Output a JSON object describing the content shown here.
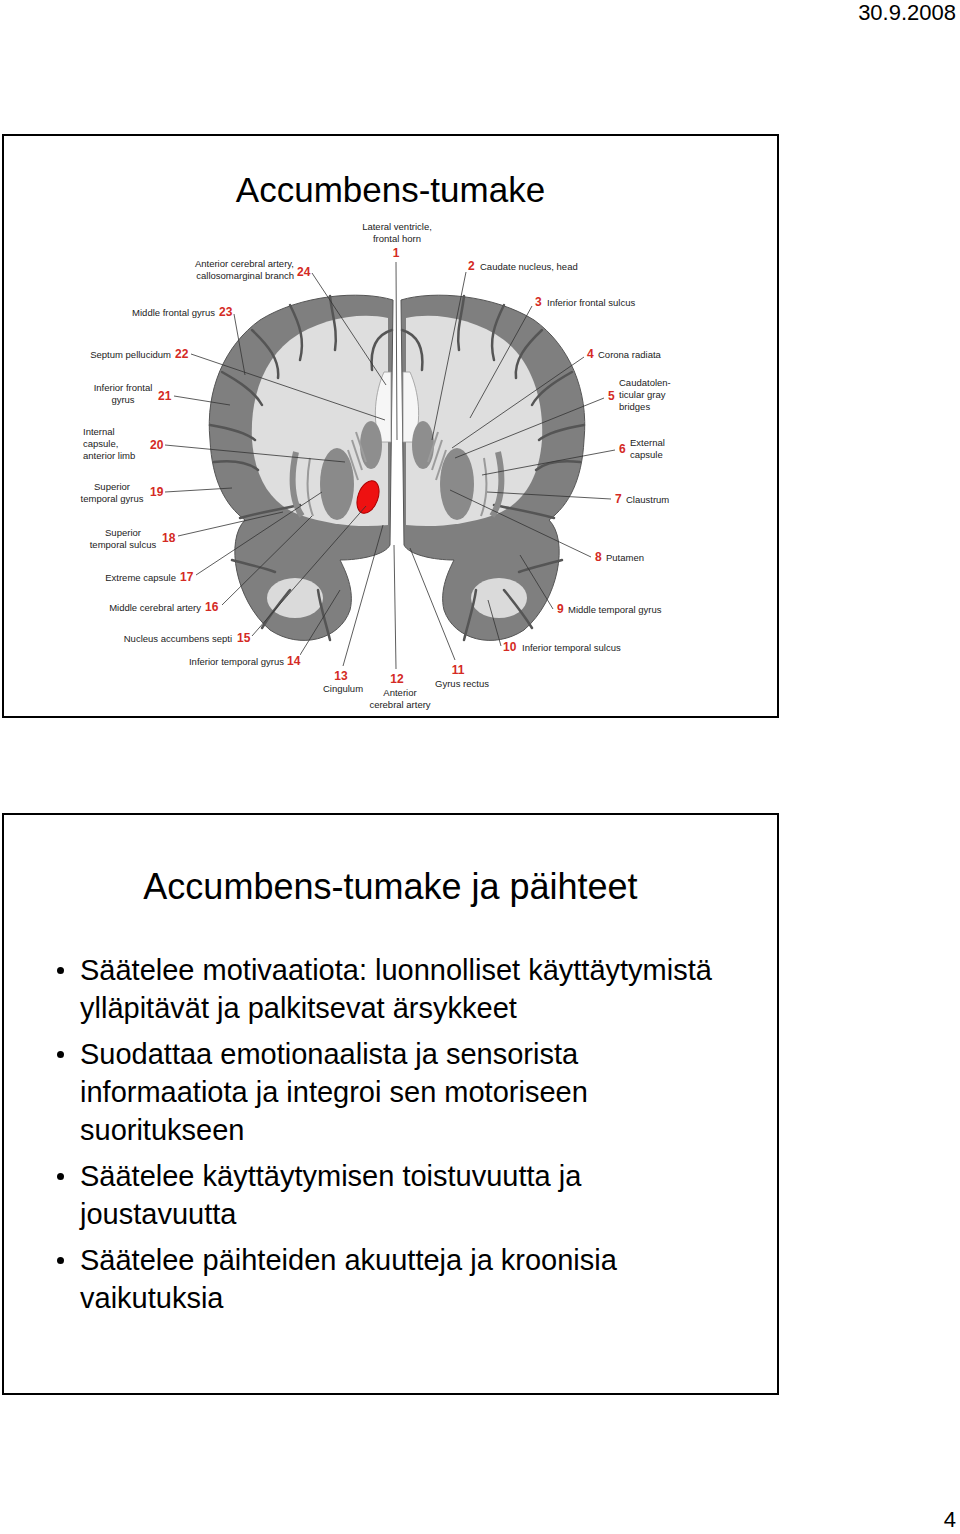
{
  "diagram": {
    "nodes": [
      {
        "text": [
          "Accumbens-tumake"
        ]
      },
      {
        "text": [
          "Accumbens-tumake ja päihteet",
          "Säätelee motivaatiota: luonnolliset käyttäytymistä ylläpitävät ja palkitsevat ärsykkeet",
          "Suodattaa emotionaalista ja sensorista informaatiota ja integroi sen motoriseen suoritukseen",
          "Säätelee käyttäytymisen toistuvuutta ja joustavuutta",
          "Säätelee päihteiden akuutteja ja kroonisia vaikutuksia"
        ]
      }
    ],
    "labels": [
      "30.9.2008",
      "Lateral ventricle, frontal horn",
      "1",
      "2",
      "Caudate nucleus, head",
      "3",
      "Inferior frontal sulcus",
      "4",
      "Corona radiata",
      "5",
      "Caudatolen- ticular gray bridges",
      "6",
      "External capsule",
      "7",
      "Claustrum",
      "8",
      "Putamen",
      "9",
      "Middle temporal gyrus",
      "10",
      "Inferior temporal sulcus",
      "11",
      "Gyrus rectus",
      "12",
      "Anterior cerebral artery",
      "13",
      "Cingulum",
      "Inferior temporal gyrus",
      "14",
      "Nucleus accumbens septi",
      "15",
      "Middle cerebral artery",
      "16",
      "Extreme capsule",
      "17",
      "Superior temporal sulcus",
      "18",
      "Superior temporal gyrus",
      "19",
      "Internal capsule, anterior limb",
      "20",
      "Inferior frontal gyrus",
      "21",
      "Septum pellucidum",
      "22",
      "Middle frontal gyrus",
      "23",
      "Anterior cerebral artery, callosomarginal branch",
      "24",
      "4"
    ]
  }
}
